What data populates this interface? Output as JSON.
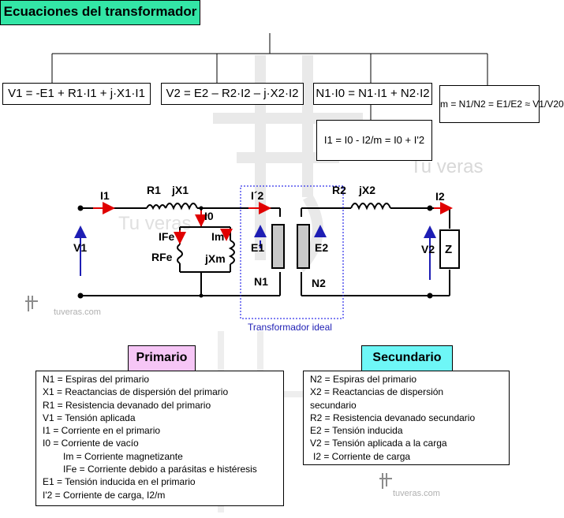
{
  "title": "Ecuaciones del transformador",
  "equations": {
    "v1": "V1 = -E1 + R1·I1 + j·X1·I1",
    "v2": "V2 = E2 – R2·I2 – j·X2·I2",
    "n": "N1·I0 = N1·I1 + N2·I2",
    "m": "m = N1/N2 = E1/E2 ≈ V1/V20",
    "i": "I1 = I0 - I2/m = I0 + I'2"
  },
  "circuit_labels": {
    "i1": "I1",
    "r1": "R1",
    "jx1": "jX1",
    "i0": "I0",
    "ife": "IFe",
    "im": "Im",
    "rfe": "RFe",
    "jxm": "jXm",
    "v1": "V1",
    "i2p": "I´2",
    "e1": "E1",
    "n1": "N1",
    "r2": "R2",
    "jx2": "jX2",
    "i2": "I2",
    "e2": "E2",
    "n2": "N2",
    "v2": "V2",
    "z": "Z"
  },
  "ideal_label": "Transformador ideal",
  "watermark": "tuveras.com",
  "watermark_big": "Tu veras",
  "primario": {
    "title": "Primario",
    "items": [
      "N1 = Espiras del primario",
      "X1 = Reactancias de dispersión del primario",
      "R1 = Resistencia devanado  del primario",
      "V1 = Tensión  aplicada",
      "I1 = Corriente  en el primario",
      "I0 = Corriente  de vacío",
      "Im = Corriente  magnetizante",
      "IFe = Corriente  debido  a parásitas e histéresis",
      "E1 = Tensión inducida en el primario",
      "I'2 = Corriente  de carga, I2/m"
    ]
  },
  "secundario": {
    "title": "Secundario",
    "items": [
      "N2 = Espiras del primario",
      "X2 = Reactancias de dispersión",
      "secundario",
      "R2 = Resistencia devanado  secundario",
      "E2 = Tensión  inducida",
      "V2 = Tensión  aplicada a la carga",
      "I2 = Corriente  de carga"
    ]
  },
  "colors": {
    "title_bg": "#33e6a6",
    "primario_bg": "#f6c6f6",
    "secundario_bg": "#6ef7f7",
    "arrow_red": "#e00000",
    "arrow_blue": "#1e1eb4",
    "ideal_border": "#0000e6"
  }
}
